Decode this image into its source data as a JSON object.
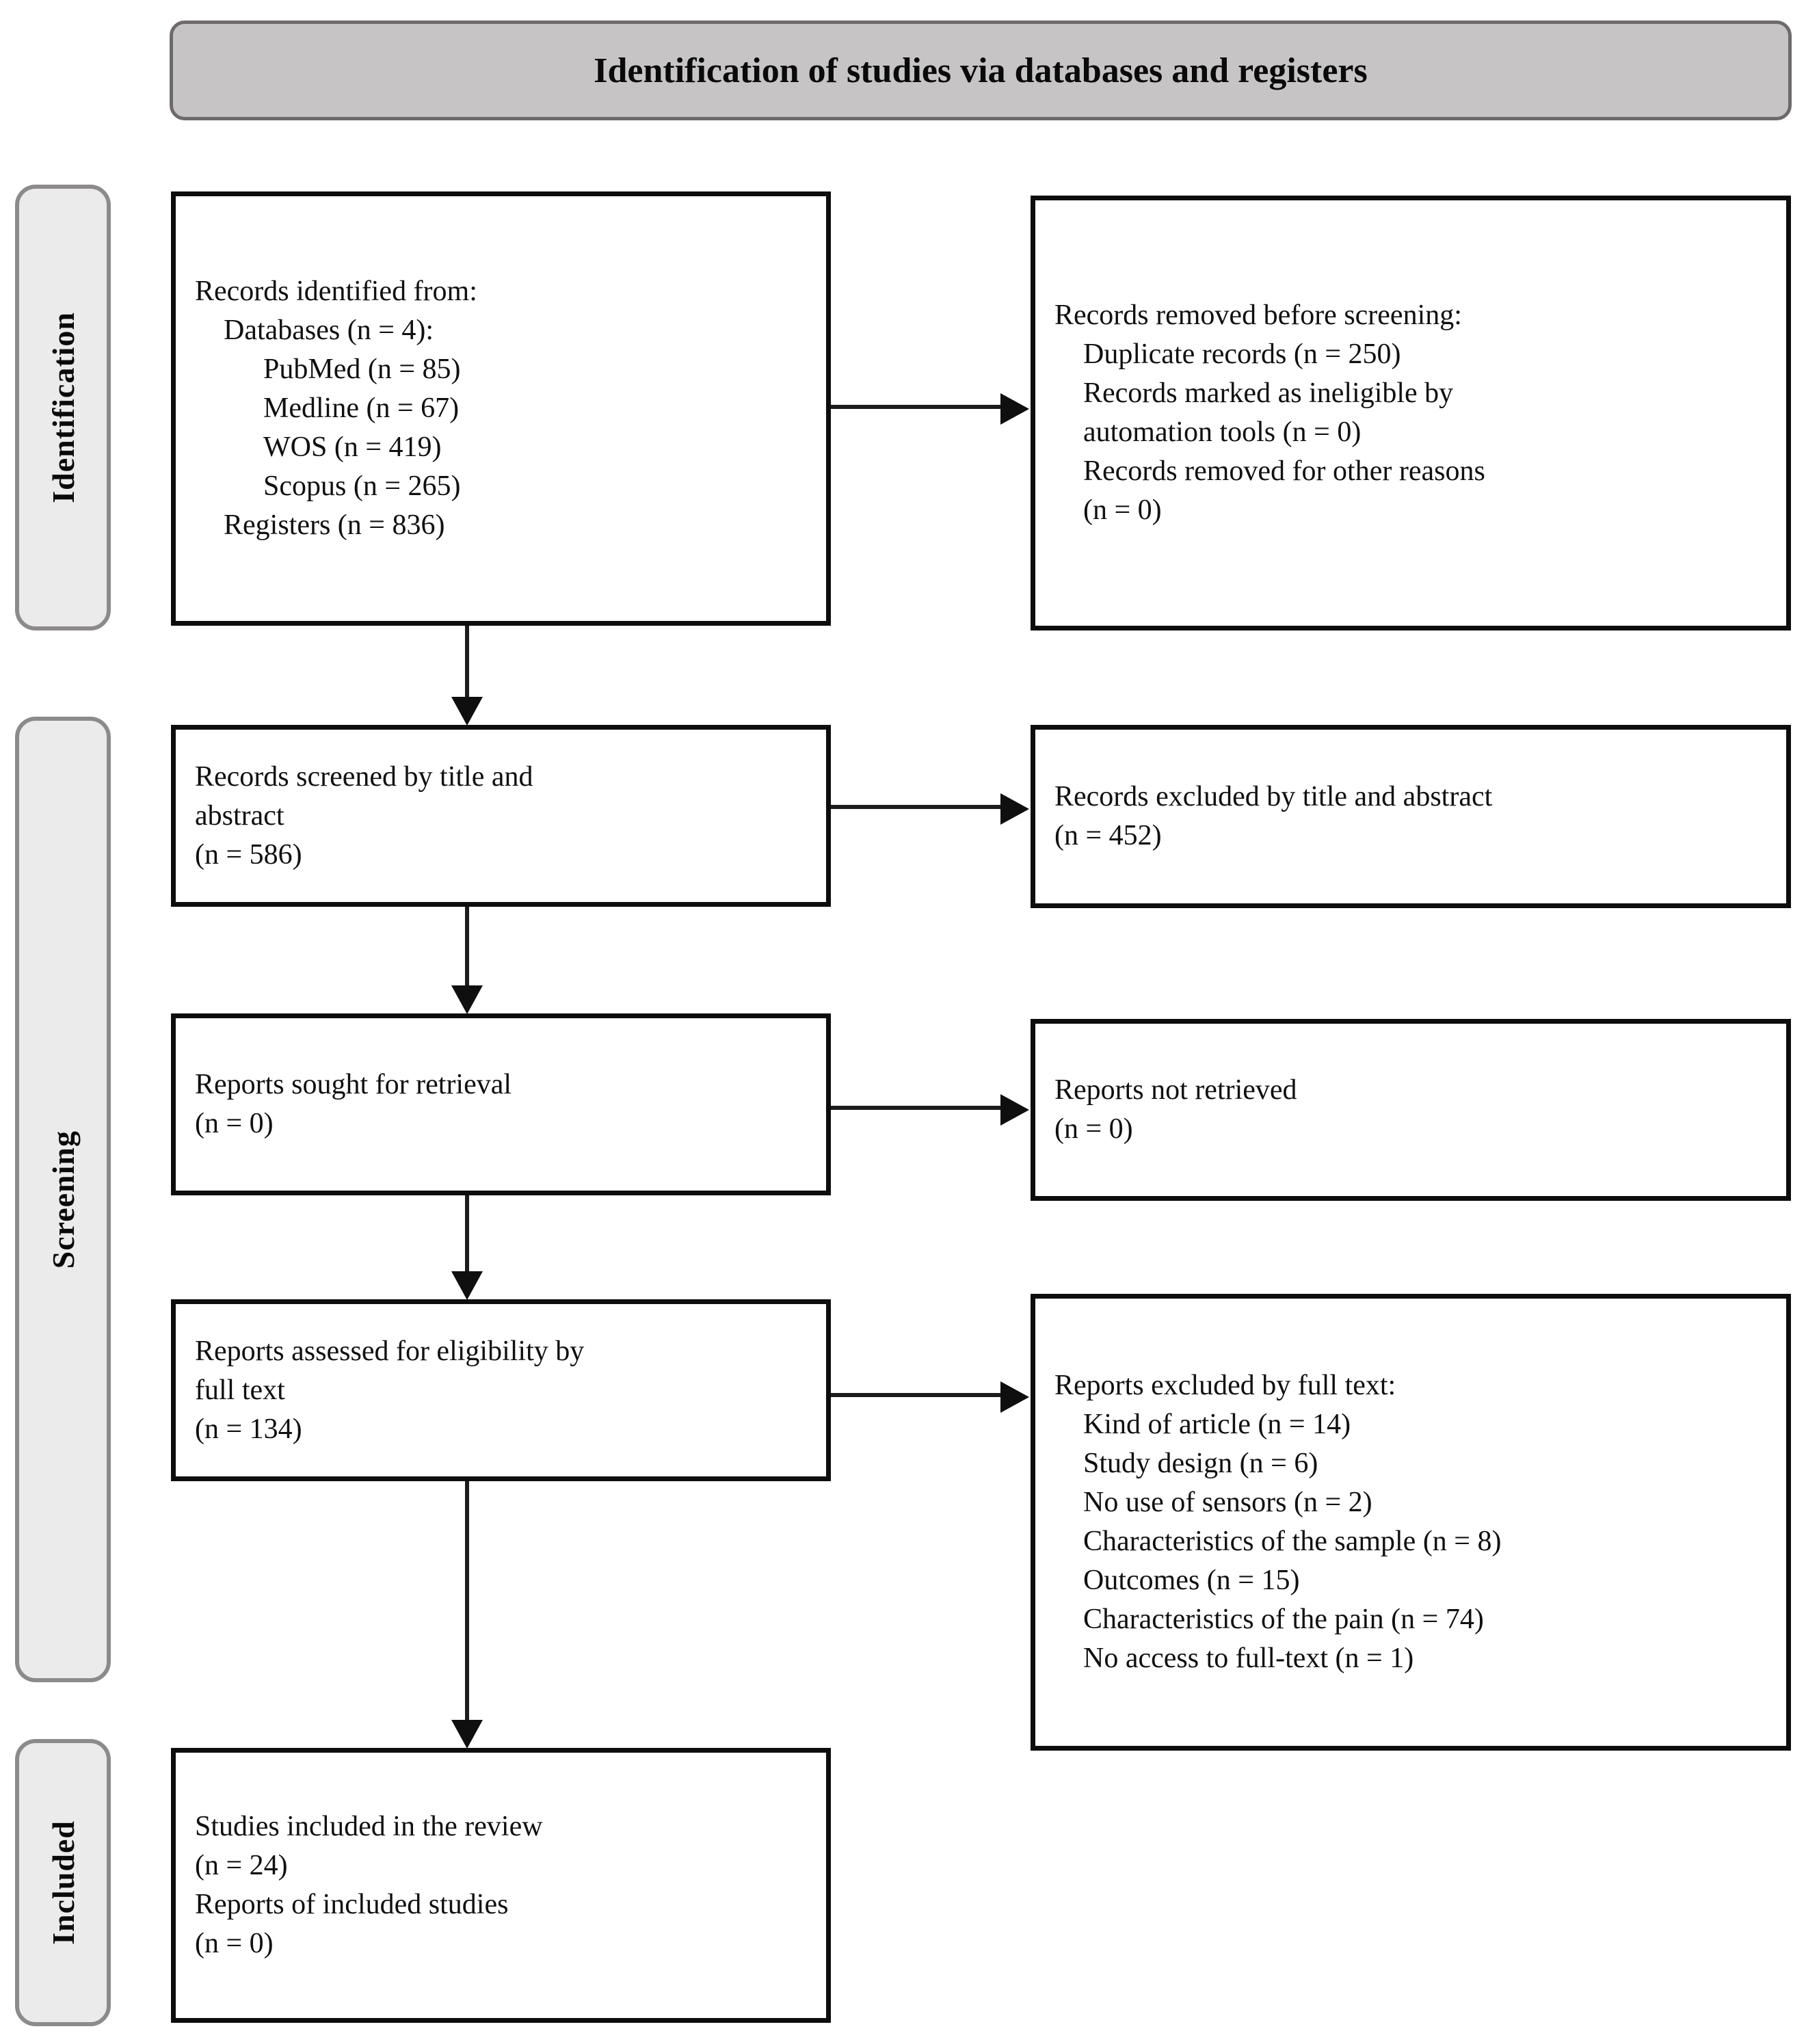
{
  "title": {
    "text": "Identification of studies via databases and registers"
  },
  "stages": [
    {
      "label": "Identification"
    },
    {
      "label": "Screening"
    },
    {
      "label": "Included"
    }
  ],
  "boxes": {
    "records_identified": {
      "lines": [
        {
          "t": "Records identified from:",
          "i": 0
        },
        {
          "t": "Databases (n = 4):",
          "i": 1
        },
        {
          "t": "PubMed (n = 85)",
          "i": 2
        },
        {
          "t": "Medline (n = 67)",
          "i": 2
        },
        {
          "t": "WOS (n = 419)",
          "i": 2
        },
        {
          "t": "Scopus (n = 265)",
          "i": 2
        },
        {
          "t": "Registers (n = 836)",
          "i": 1
        }
      ]
    },
    "records_removed": {
      "lines": [
        {
          "t": "Records removed before screening:",
          "i": 0
        },
        {
          "t": "Duplicate records (n = 250)",
          "i": 1
        },
        {
          "t": "Records marked as ineligible by",
          "i": 1
        },
        {
          "t": "automation tools (n = 0)",
          "i": 1
        },
        {
          "t": "Records removed for other reasons",
          "i": 1
        },
        {
          "t": "(n = 0)",
          "i": 1
        }
      ]
    },
    "records_screened": {
      "lines": [
        {
          "t": "Records screened by title and",
          "i": 0
        },
        {
          "t": "abstract",
          "i": 0
        },
        {
          "t": "(n = 586)",
          "i": 0
        }
      ]
    },
    "records_excluded": {
      "lines": [
        {
          "t": "Records excluded by title and abstract",
          "i": 0
        },
        {
          "t": "(n = 452)",
          "i": 0
        }
      ]
    },
    "reports_sought": {
      "lines": [
        {
          "t": "Reports sought for retrieval",
          "i": 0
        },
        {
          "t": "(n = 0)",
          "i": 0
        }
      ]
    },
    "reports_not_retrieved": {
      "lines": [
        {
          "t": "Reports not retrieved",
          "i": 0
        },
        {
          "t": "(n = 0)",
          "i": 0
        }
      ]
    },
    "reports_assessed": {
      "lines": [
        {
          "t": "Reports assessed for eligibility by",
          "i": 0
        },
        {
          "t": "full text",
          "i": 0
        },
        {
          "t": "(n = 134)",
          "i": 0
        }
      ]
    },
    "reports_excluded_full_text": {
      "lines": [
        {
          "t": "Reports excluded by full text:",
          "i": 0
        },
        {
          "t": "Kind of article (n = 14)",
          "i": 1
        },
        {
          "t": "Study design (n = 6)",
          "i": 1
        },
        {
          "t": "No use of sensors (n = 2)",
          "i": 1
        },
        {
          "t": "Characteristics of the sample (n = 8)",
          "i": 1
        },
        {
          "t": "Outcomes (n = 15)",
          "i": 1
        },
        {
          "t": "Characteristics of the pain (n = 74)",
          "i": 1
        },
        {
          "t": "No access to full-text (n = 1)",
          "i": 1
        }
      ]
    },
    "studies_included": {
      "lines": [
        {
          "t": "Studies included in the review",
          "i": 0
        },
        {
          "t": "(n = 24)",
          "i": 0
        },
        {
          "t": "Reports of included studies",
          "i": 0
        },
        {
          "t": "(n = 0)",
          "i": 0
        }
      ]
    }
  },
  "colors": {
    "title_fill": "#c7c4c5",
    "title_border": "#6e6a6c",
    "stage_fill": "#ebebeb",
    "stage_border": "#8d8a8b",
    "box_border": "#0d0d0d",
    "arrow": "#0f0f0f"
  }
}
